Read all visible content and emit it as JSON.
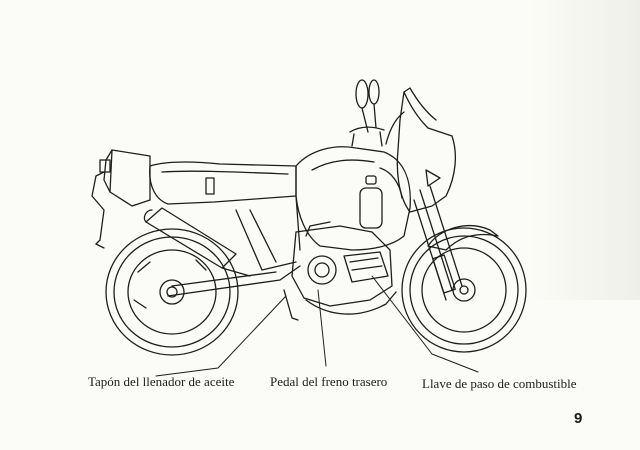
{
  "labels": {
    "oil_filler_cap": "Tapón del llenador de aceite",
    "rear_brake_pedal": "Pedal del freno trasero",
    "fuel_valve": "Llave de paso de combustible"
  },
  "page_number": "9",
  "colors": {
    "paper": "#fbfbf7",
    "ink": "#1e1e1e"
  }
}
